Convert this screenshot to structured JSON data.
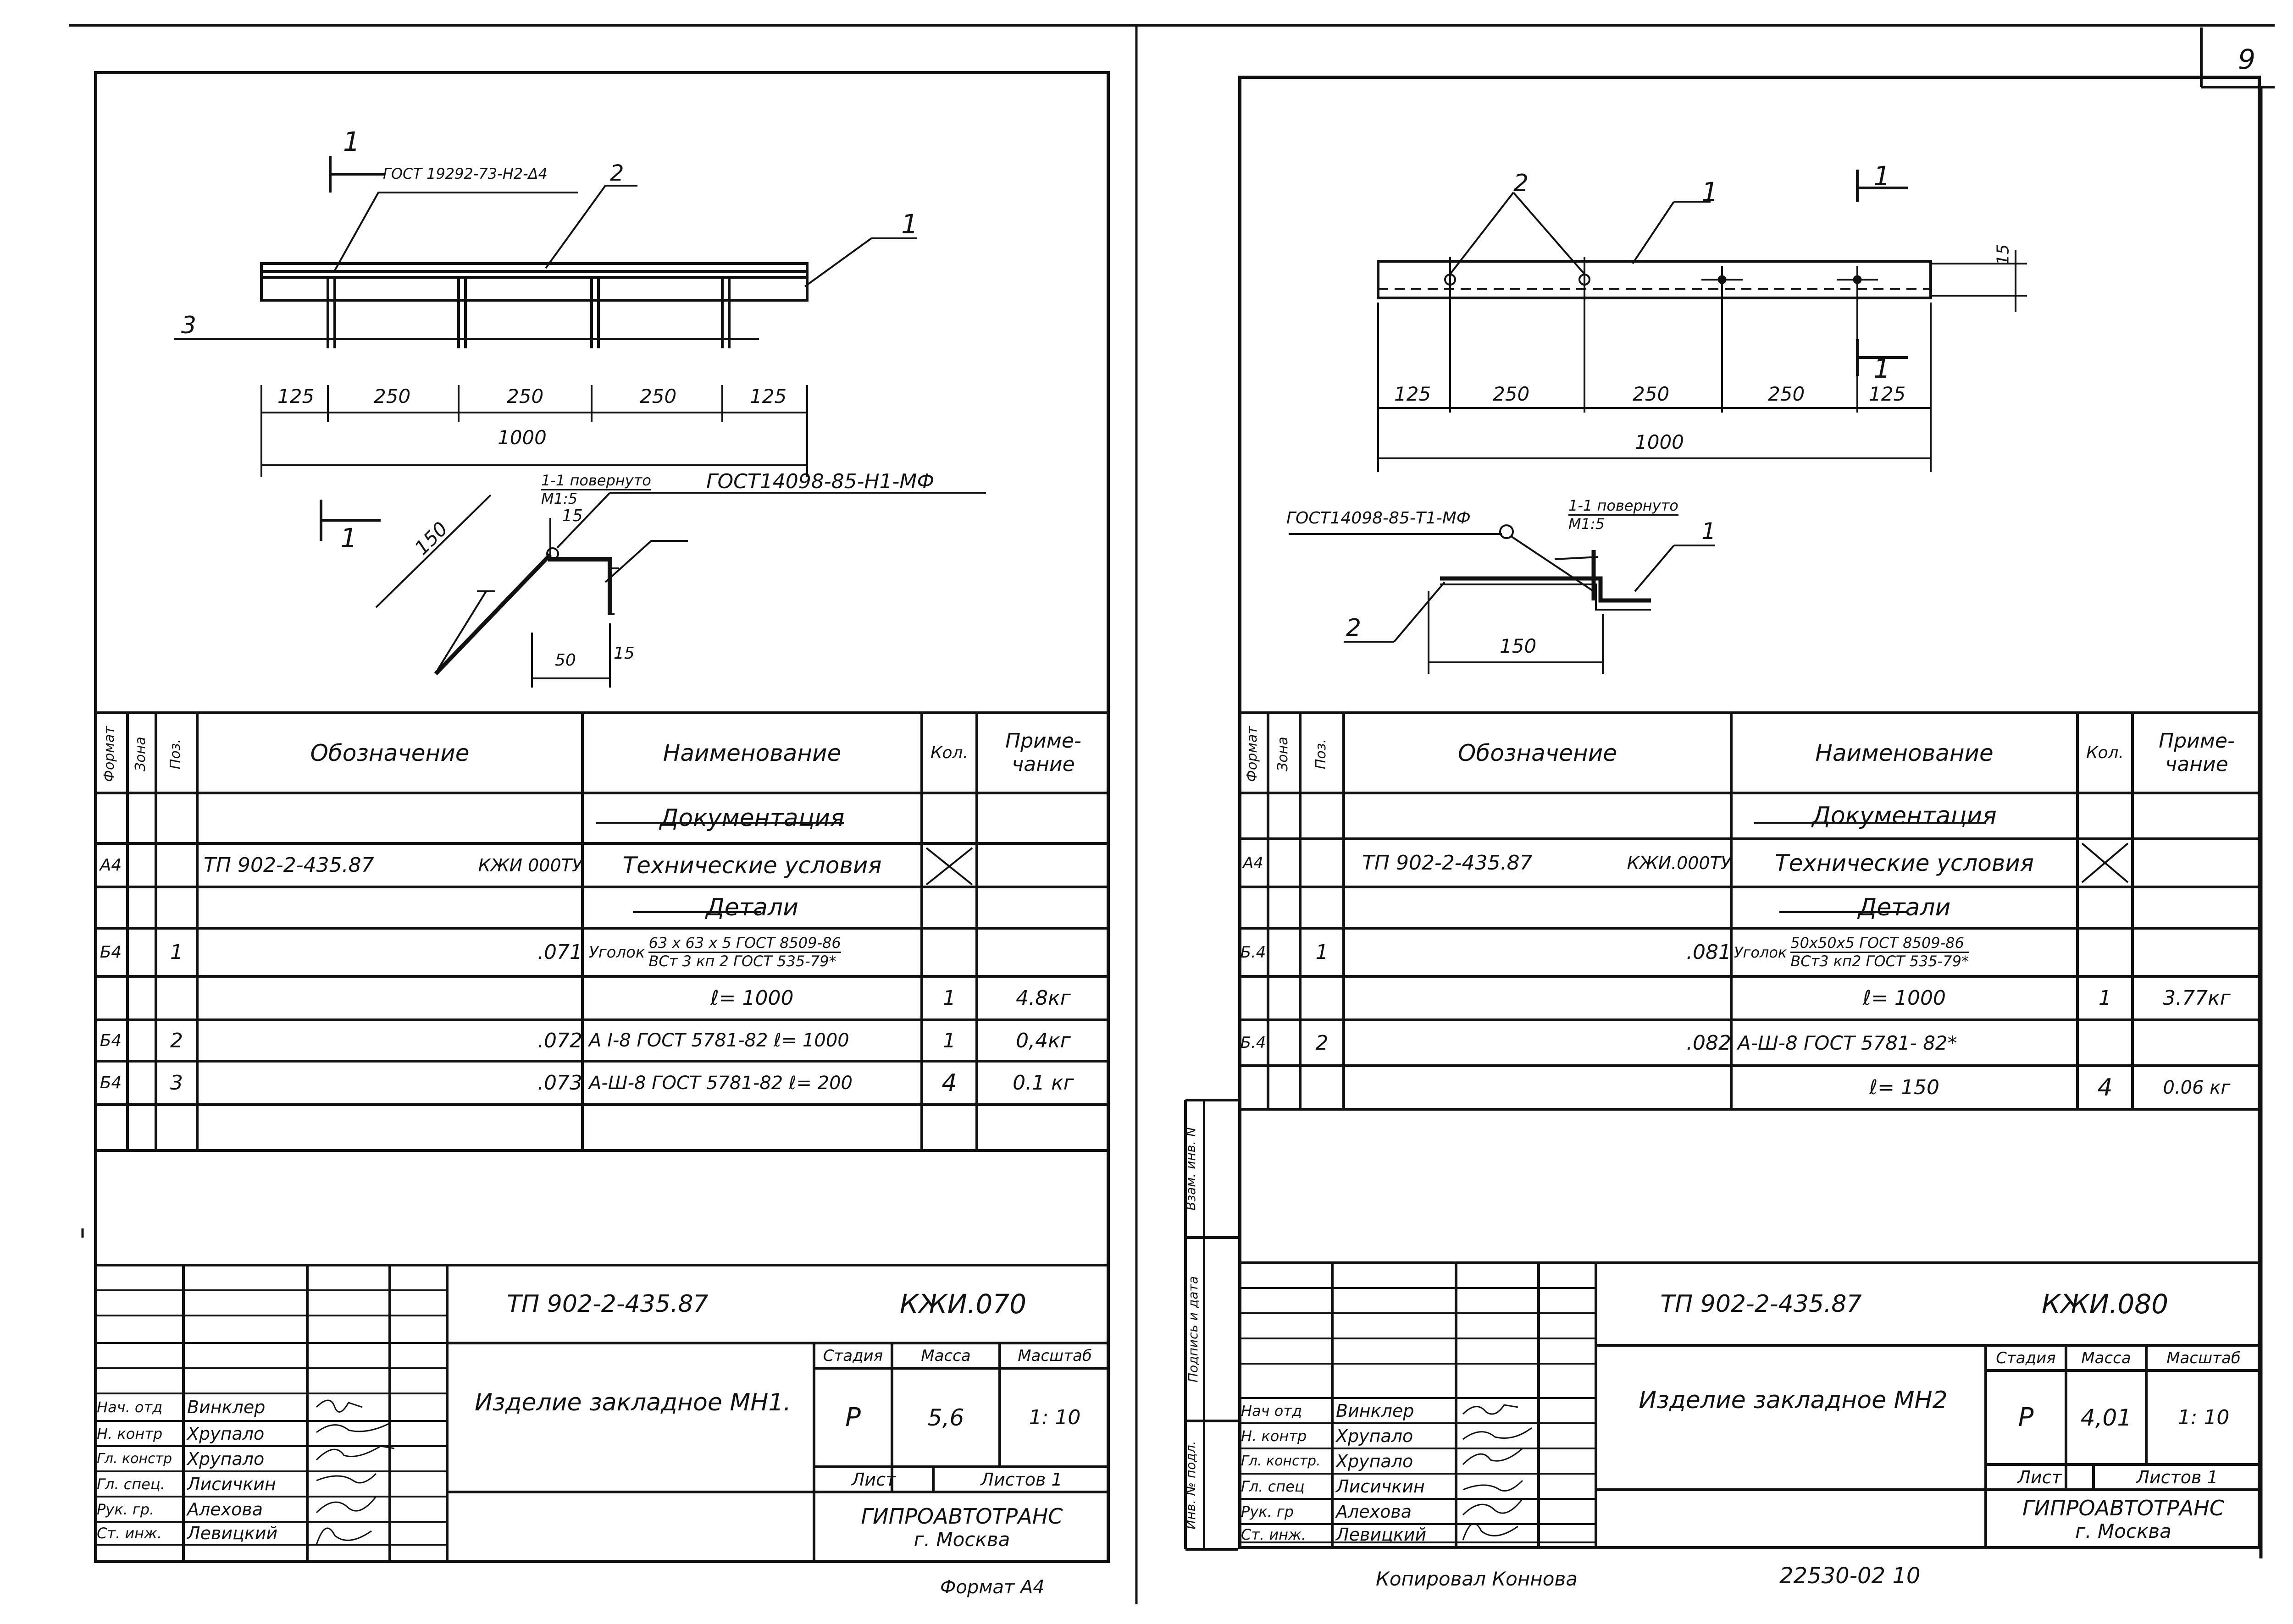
{
  "page": {
    "number": "9",
    "format_label": "Формат А4",
    "copied_by": "Копировал Коннова",
    "archive_no": "22530-02  10"
  },
  "sheets": [
    {
      "id": "mn1",
      "drawing": {
        "top_note": "ГОСТ 19292-73-Н2-Δ4",
        "section_label": "1-1 повернуто",
        "scale": "М1:5",
        "weld_note": "ГОСТ14098-85-Н1-МФ",
        "pos_labels": [
          "1",
          "2",
          "3"
        ],
        "dims": [
          "125",
          "250",
          "250",
          "250",
          "125"
        ],
        "total": "1000",
        "angle_dims": {
          "len": "150",
          "leg": "50",
          "gap": "15",
          "off": "15"
        }
      },
      "spec": {
        "headers": {
          "format": "Формат",
          "zone": "Зона",
          "pos": "Поз.",
          "designation": "Обозначение",
          "name": "Наименование",
          "qty": "Кол.",
          "note": "Приме-\nчание"
        },
        "rows": [
          {
            "format": "",
            "pos": "",
            "designation": "",
            "designation_right": "",
            "name": "Документация",
            "name_style": "section",
            "qty": "",
            "note": ""
          },
          {
            "format": "А4",
            "pos": "",
            "designation": "ТП 902-2-435.87",
            "designation_right": "КЖИ 000ТУ",
            "name": "Технические условия",
            "qty": "X",
            "note": ""
          },
          {
            "format": "",
            "pos": "",
            "designation": "",
            "designation_right": "",
            "name": "Детали",
            "name_style": "section",
            "qty": "",
            "note": ""
          },
          {
            "format": "Б4",
            "pos": "1",
            "designation": "",
            "designation_right": ".071",
            "name_top": "63 x 63 x 5  ГОСТ 8509-86",
            "name_bottom": "ВСт 3 кп 2  ГОСТ 535-79*",
            "name_prefix": "Уголок",
            "qty": "",
            "note": ""
          },
          {
            "format": "",
            "pos": "",
            "designation": "",
            "designation_right": "",
            "name": "ℓ= 1000",
            "qty": "1",
            "note": "4.8кг"
          },
          {
            "format": "Б4",
            "pos": "2",
            "designation": "",
            "designation_right": ".072",
            "name": "А I-8 ГОСТ 5781-82  ℓ= 1000",
            "qty": "1",
            "note": "0,4кг"
          },
          {
            "format": "Б4",
            "pos": "3",
            "designation": "",
            "designation_right": ".073",
            "name": "А-Ш-8 ГОСТ 5781-82  ℓ= 200",
            "qty": "4",
            "note": "0.1 кг"
          }
        ]
      },
      "title_block": {
        "doc_code": "ТП 902-2-435.87",
        "doc_mark": "КЖИ.070",
        "title": "Изделие закладное МН1.",
        "stage_label": "Стадия",
        "mass_label": "Масса",
        "scale_label": "Масштаб",
        "stage": "Р",
        "mass": "5,6",
        "scale": "1: 10",
        "sheet_label": "Лист",
        "sheets_label": "Листов 1",
        "org": "ГИПРОАВТОТРАНС",
        "city": "г. Москва",
        "signers": [
          {
            "role": "Нач. отд",
            "name": "Винклер"
          },
          {
            "role": "Н. контр",
            "name": "Хрупало"
          },
          {
            "role": "Гл. констр",
            "name": "Хрупало"
          },
          {
            "role": "Гл. спец.",
            "name": "Лисичкин"
          },
          {
            "role": "Рук. гр.",
            "name": "Алехова"
          },
          {
            "role": "Ст. инж.",
            "name": "Левицкий"
          }
        ]
      }
    },
    {
      "id": "mn2",
      "drawing": {
        "section_label": "1-1 повернуто",
        "scale": "М1:5",
        "weld_note": "ГОСТ14098-85-Т1-МФ",
        "pos_labels": [
          "1",
          "2"
        ],
        "dims": [
          "125",
          "250",
          "250",
          "250",
          "125"
        ],
        "total": "1000",
        "height": "15",
        "angle_dims": {
          "len": "150"
        }
      },
      "spec": {
        "headers": {
          "format": "Формат",
          "zone": "Зона",
          "pos": "Поз.",
          "designation": "Обозначение",
          "name": "Наименование",
          "qty": "Кол.",
          "note": "Приме-\nчание"
        },
        "rows": [
          {
            "format": "",
            "pos": "",
            "designation": "",
            "designation_right": "",
            "name": "Документация",
            "name_style": "section",
            "qty": "",
            "note": ""
          },
          {
            "format": "А4",
            "pos": "",
            "designation": "ТП 902-2-435.87",
            "designation_right": "КЖИ.000ТУ",
            "name": "Технические условия",
            "qty": "X",
            "note": ""
          },
          {
            "format": "",
            "pos": "",
            "designation": "",
            "designation_right": "",
            "name": "Детали",
            "name_style": "section",
            "qty": "",
            "note": ""
          },
          {
            "format": "Б.4",
            "pos": "1",
            "designation": "",
            "designation_right": ".081",
            "name_top": "50x50x5  ГОСТ 8509-86",
            "name_bottom": "ВСт3 кп2  ГОСТ 535-79*",
            "name_prefix": "Уголок",
            "qty": "",
            "note": ""
          },
          {
            "format": "",
            "pos": "",
            "designation": "",
            "designation_right": "",
            "name": "ℓ= 1000",
            "qty": "1",
            "note": "3.77кг"
          },
          {
            "format": "Б.4",
            "pos": "2",
            "designation": "",
            "designation_right": ".082",
            "name": "А-Ш-8  ГОСТ 5781- 82*",
            "qty": "",
            "note": ""
          },
          {
            "format": "",
            "pos": "",
            "designation": "",
            "designation_right": "",
            "name": "ℓ= 150",
            "qty": "4",
            "note": "0.06 кг"
          }
        ]
      },
      "side_labels": [
        "Инв. № подл.",
        "Подпись и дата",
        "Взам. инв. N"
      ],
      "title_block": {
        "doc_code": "ТП 902-2-435.87",
        "doc_mark": "КЖИ.080",
        "title": "Изделие закладное МН2",
        "stage_label": "Стадия",
        "mass_label": "Масса",
        "scale_label": "Масштаб",
        "stage": "Р",
        "mass": "4,01",
        "scale": "1: 10",
        "sheet_label": "Лист",
        "sheets_label": "Листов 1",
        "org": "ГИПРОАВТОТРАНС",
        "city": "г. Москва",
        "signers": [
          {
            "role": "Нач отд",
            "name": "Винклер"
          },
          {
            "role": "Н. контр",
            "name": "Хрупало"
          },
          {
            "role": "Гл. констр.",
            "name": "Хрупало"
          },
          {
            "role": "Гл. спец",
            "name": "Лисичкин"
          },
          {
            "role": "Рук. гр",
            "name": "Алехова"
          },
          {
            "role": "Ст. инж.",
            "name": "Левицкий"
          }
        ]
      }
    }
  ]
}
